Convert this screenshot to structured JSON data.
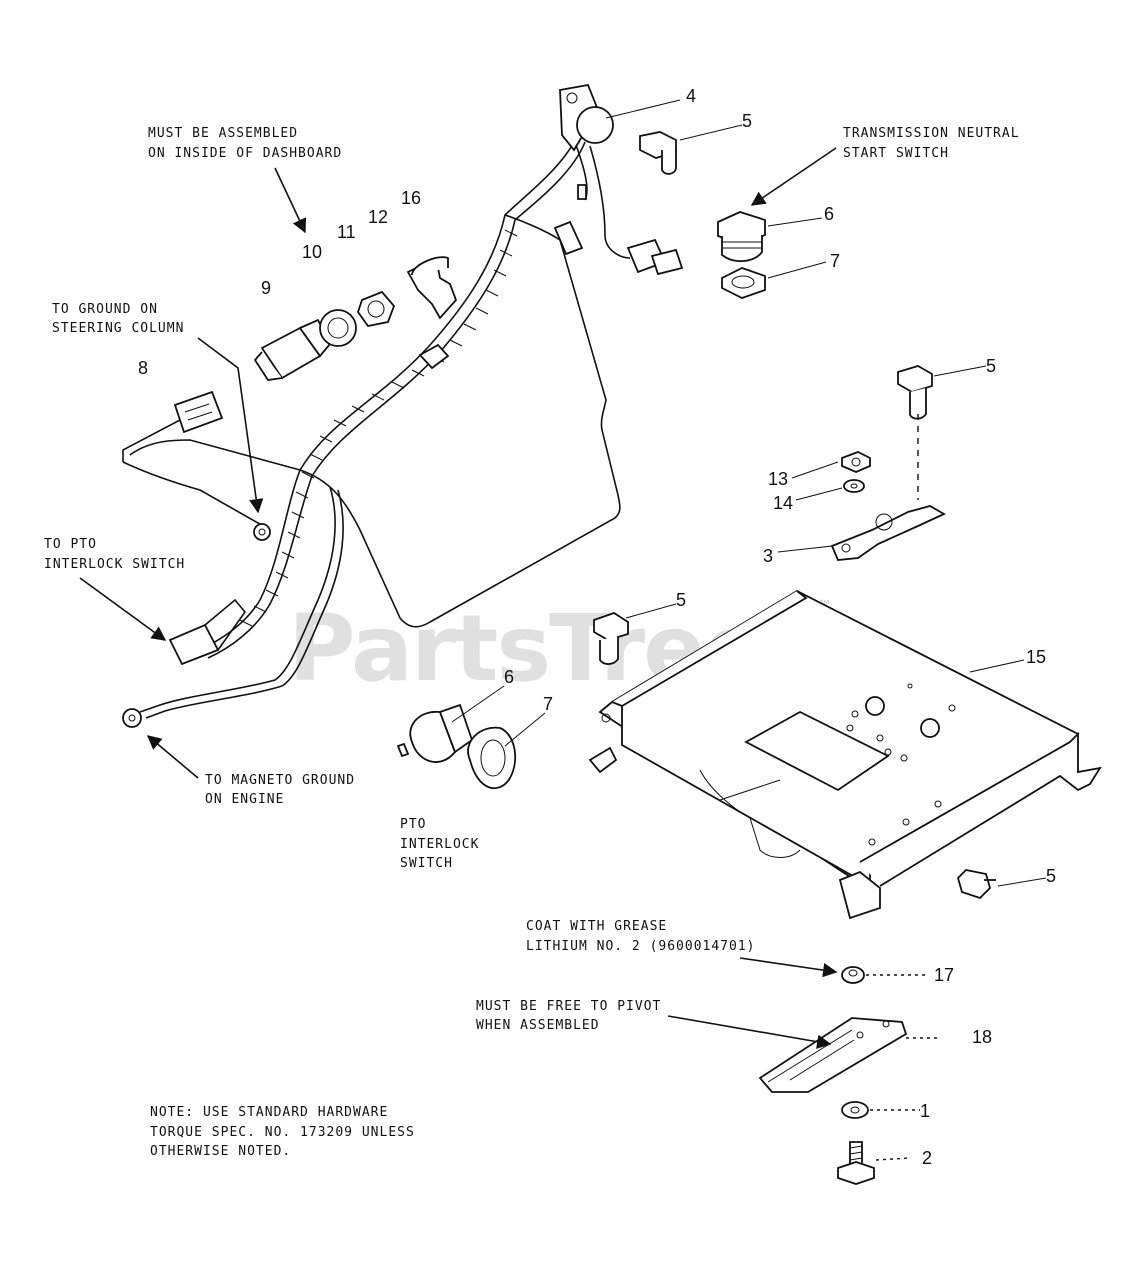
{
  "watermark": {
    "brand": "PartsTree",
    "trademark": "™"
  },
  "notes": {
    "dashboard": [
      "MUST BE ASSEMBLED",
      "ON INSIDE OF DASHBOARD"
    ],
    "steering_ground": [
      "TO GROUND ON",
      "STEERING COLUMN"
    ],
    "pto_switch_lead": [
      "TO PTO",
      "INTERLOCK SWITCH"
    ],
    "magneto_ground": [
      "TO MAGNETO GROUND",
      "ON ENGINE"
    ],
    "pto_interlock": [
      "PTO",
      "INTERLOCK",
      "SWITCH"
    ],
    "neutral_switch": [
      "TRANSMISSION NEUTRAL",
      "START SWITCH"
    ],
    "grease": [
      "COAT WITH GREASE",
      "LITHIUM NO. 2 (9600014701)"
    ],
    "pivot": [
      "MUST BE FREE TO PIVOT",
      "WHEN ASSEMBLED"
    ],
    "hardware": [
      "NOTE: USE STANDARD HARDWARE",
      "TORQUE SPEC. NO. 173209 UNLESS",
      "OTHERWISE NOTED."
    ]
  },
  "callouts": {
    "c1": "1",
    "c2": "2",
    "c3": "3",
    "c4": "4",
    "c5a": "5",
    "c5b": "5",
    "c5c": "5",
    "c5d": "5",
    "c6a": "6",
    "c6b": "6",
    "c7a": "7",
    "c7b": "7",
    "c8": "8",
    "c9": "9",
    "c10": "10",
    "c11": "11",
    "c12": "12",
    "c13": "13",
    "c14": "14",
    "c15": "15",
    "c16": "16",
    "c17": "17",
    "c18": "18"
  }
}
